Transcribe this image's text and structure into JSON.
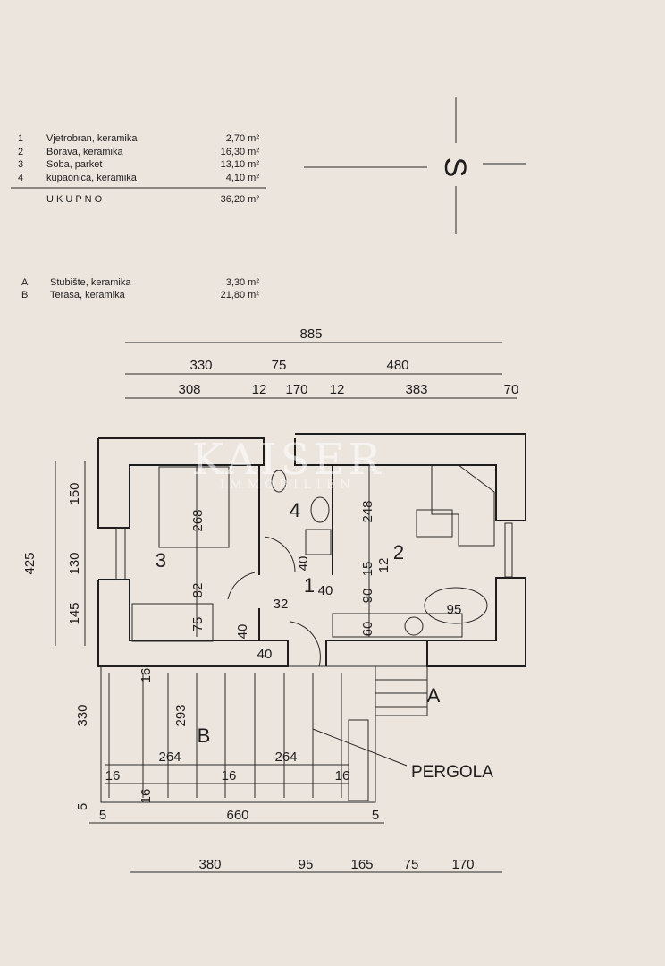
{
  "legend": {
    "rooms": [
      {
        "num": "1",
        "name": "Vjetrobran, keramika",
        "area": "2,70 m²"
      },
      {
        "num": "2",
        "name": "Borava, keramika",
        "area": "16,30 m²"
      },
      {
        "num": "3",
        "name": "Soba, parket",
        "area": "13,10 m²"
      },
      {
        "num": "4",
        "name": "kupaonica, keramika",
        "area": "4,10 m²"
      }
    ],
    "total_label": "U K U P N O",
    "total_area": "36,20 m²",
    "extras": [
      {
        "num": "A",
        "name": "Stubište, keramika",
        "area": "3,30 m²"
      },
      {
        "num": "B",
        "name": "Terasa, keramika",
        "area": "21,80 m²"
      }
    ]
  },
  "north": {
    "label": "S"
  },
  "watermark": {
    "brand": "KAISER",
    "sub": "IMMOBILIEN"
  },
  "dims": {
    "top_total": "885",
    "top_row2": [
      "330",
      "75",
      "480"
    ],
    "top_row3": [
      "308",
      "12",
      "170",
      "12",
      "383",
      "70"
    ],
    "left_total": "425",
    "left_parts": [
      "150",
      "130",
      "145"
    ],
    "inner": [
      "268",
      "82",
      "75",
      "40",
      "40",
      "32",
      "40",
      "40",
      "248",
      "15",
      "12",
      "90",
      "60",
      "95"
    ],
    "terrace": [
      "16",
      "264",
      "293",
      "264",
      "330",
      "16",
      "16",
      "16",
      "16",
      "5"
    ],
    "bottom_total": [
      "5",
      "660",
      "5"
    ],
    "bottom_row": [
      "380",
      "95",
      "165",
      "75",
      "170"
    ]
  },
  "rooms_labels": {
    "r1": "1",
    "r2": "2",
    "r3": "3",
    "r4": "4",
    "a": "A",
    "b": "B"
  },
  "pergola_label": "PERGOLA"
}
